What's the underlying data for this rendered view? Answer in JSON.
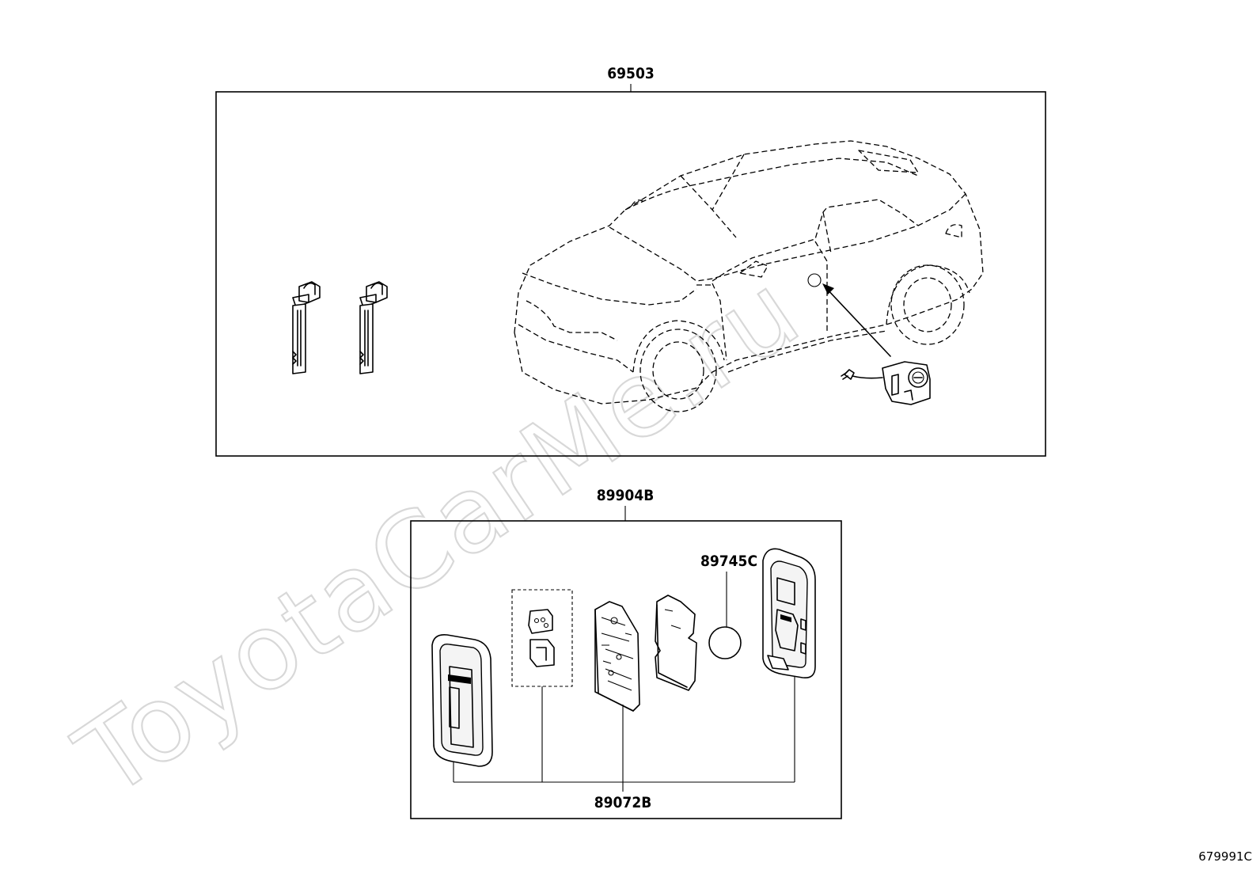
{
  "watermark": "ToyotaCarMe.ru",
  "drawing_code": "679991C",
  "callouts": {
    "kit_top": "69503",
    "kit_bottom": "89904B",
    "battery": "89745C",
    "transmitter_housing": "89072B"
  },
  "icons": [
    "emergency-key-icon",
    "car-illustration-icon",
    "door-lock-cylinder-icon",
    "key-fob-case-icon",
    "button-pad-icon",
    "circuit-board-icon",
    "cover-plate-icon",
    "coin-battery-icon",
    "fob-back-case-icon"
  ]
}
